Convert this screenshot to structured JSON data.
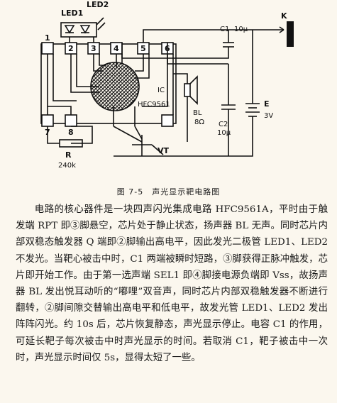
{
  "figure": {
    "led1": "LED1",
    "led2": "LED2",
    "c1": "C1",
    "c1_value": "10μ",
    "k": "K",
    "ic": "IC",
    "ic_model": "HFC9561",
    "bl": "BL",
    "bl_value": "8Ω",
    "c2": "C2",
    "c2_value": "10μ",
    "e": "E",
    "e_value": "3V",
    "vt": "VT",
    "r": "R",
    "r_value": "240k",
    "pins": [
      "1",
      "2",
      "3",
      "4",
      "5",
      "6",
      "7",
      "8"
    ]
  },
  "caption": "图 7-5　声光显示靶电路图",
  "paragraphs": [
    "电路的核心器件是一块四声闪光集成电路 HFC9561A，平时由于触发端 RPT 即③脚悬空，芯片处于静止状态，扬声器 BL 无声。同时芯片内部双稳态触发器 Q 端即②脚输出高电平，因此发光二极管 LED1、LED2 不发光。当靶心被击中时，C1 两端被瞬时短路，③脚获得正脉冲触发，芯片即开始工作。由于第一选声端 SEL1 即④脚接电源负端即 Vss，故扬声器 BL 发出悦耳动听的“嘟哩”双音声，同时芯片内部双稳触发器不断进行翻转，②脚间隙交替输出高电平和低电平，故发光管 LED1、LED2 发出阵阵闪光。约 10s 后，芯片恢复静态，声光显示停止。电容 C1 的作用，可延长靶子每次被击中时声光显示的时间。若取消 C1，靶子被击中一次时，声光显示时间仅 5s，显得太短了一些。"
  ]
}
